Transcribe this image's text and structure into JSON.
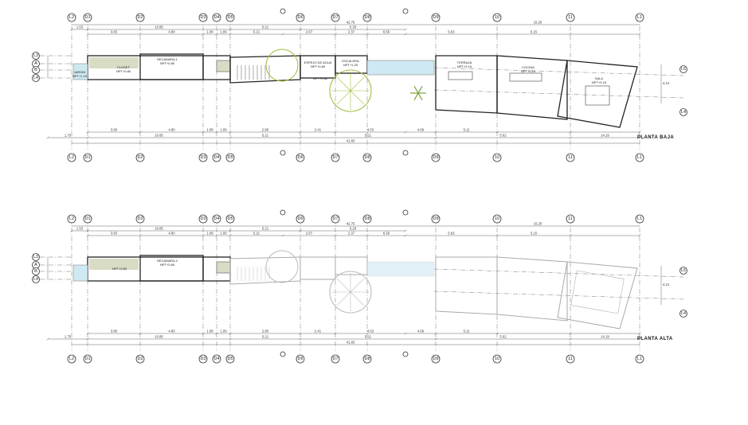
{
  "plans": [
    {
      "id": "planta-baja",
      "title": "PLANTA BAJA",
      "top_axes": [
        "L2",
        "D1",
        "D2",
        "D3",
        "D4",
        "D5",
        "",
        "D6",
        "D7",
        "D8",
        "",
        "D9",
        "10",
        "11",
        "L1"
      ],
      "bottom_axes": [
        "L2",
        "D1",
        "D2",
        "D3",
        "D4",
        "D5",
        "",
        "D6",
        "D7",
        "D8",
        "",
        "D9",
        "10",
        "11",
        "L1"
      ],
      "side_axes_left": [
        "L3",
        "A",
        "B",
        "L4"
      ],
      "side_axes_right": [
        "L5",
        "L4"
      ],
      "top_dims_overall": [
        "42.75",
        "15.20"
      ],
      "top_dims_row1": [
        "1.53",
        "10.85",
        "5.21",
        "5.28"
      ],
      "top_dims_row2": [
        "3.83",
        "4.80",
        "1.08",
        "1.09",
        "5.21",
        "2.67",
        "2.37",
        "6.56",
        "5.63",
        "5.15"
      ],
      "bottom_dims_row1": [
        "3.80",
        "4.80",
        "1.08",
        "1.09",
        "2.80",
        "2.41",
        "4.53",
        "4.69",
        "5.11"
      ],
      "bottom_dims_row2": [
        "1.75",
        "10.85",
        "5.21",
        "5.21",
        "5.02",
        "14.19"
      ],
      "bottom_dims_overall": [
        "41.83"
      ],
      "rooms": [
        {
          "name": "JARDIN",
          "level": "NPT+1.15"
        },
        {
          "name": "RECAMARA 1",
          "level": "NPT+0.80"
        },
        {
          "name": "CLOSET",
          "level": "NPT+0.80"
        },
        {
          "name": "ESPEJO DE AGUA",
          "level": "NPT+0.80"
        },
        {
          "name": "NPT+0.80",
          "level": ""
        },
        {
          "name": "ESCALERA",
          "level": "NPT+1.20"
        },
        {
          "name": "TERRAZA",
          "level": "NPT+0.15"
        },
        {
          "name": "COCINA",
          "level": "NPT+0.15"
        },
        {
          "name": "SALA",
          "level": "NPT+0.15"
        }
      ]
    },
    {
      "id": "planta-alta",
      "title": "PLANTA ALTA",
      "top_axes": [
        "L2",
        "D1",
        "D2",
        "D3",
        "D4",
        "D5",
        "",
        "D6",
        "D7",
        "D8",
        "",
        "D9",
        "10",
        "11",
        "L1"
      ],
      "bottom_axes": [
        "L2",
        "D1",
        "D2",
        "D3",
        "D4",
        "D5",
        "",
        "D6",
        "D7",
        "D8",
        "",
        "D9",
        "10",
        "11",
        "L1"
      ],
      "side_axes_left": [
        "L3",
        "A",
        "B",
        "L4"
      ],
      "side_axes_right": [
        "L5",
        "L4"
      ],
      "top_dims_overall": [
        "42.75",
        "15.20"
      ],
      "top_dims_row1": [
        "1.53",
        "10.85",
        "5.21",
        "5.28"
      ],
      "top_dims_row2": [
        "3.83",
        "4.80",
        "1.08",
        "1.09",
        "5.21",
        "2.67",
        "2.37",
        "6.56",
        "5.63",
        "5.15"
      ],
      "bottom_dims_row1": [
        "3.80",
        "4.80",
        "1.08",
        "1.09",
        "2.80",
        "2.41",
        "4.53",
        "4.69",
        "5.11"
      ],
      "bottom_dims_row2": [
        "1.75",
        "10.85",
        "5.21",
        "5.21",
        "5.02",
        "14.19"
      ],
      "bottom_dims_overall": [
        "41.83"
      ],
      "rooms": [
        {
          "name": "RECAMARA 2",
          "level": "NPT+3.80"
        },
        {
          "name": "NPT+3.80",
          "level": ""
        }
      ]
    }
  ],
  "colors": {
    "water": "#cfe9f2",
    "tile": "#d9dcc4",
    "tree": "#9cbf3c",
    "wall": "#222222",
    "faded": "#b0b0b0"
  }
}
